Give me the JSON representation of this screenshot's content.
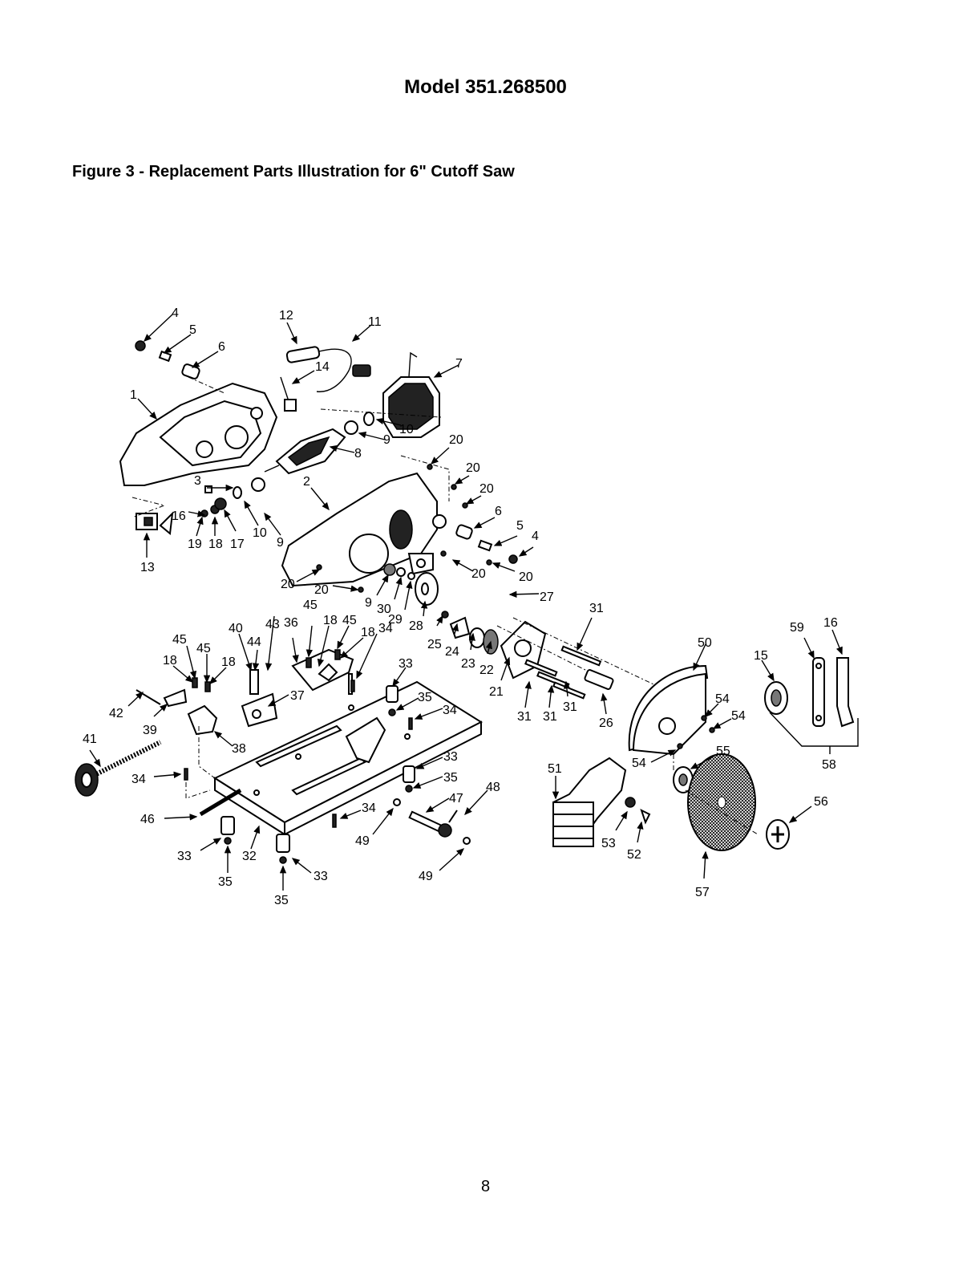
{
  "header": {
    "model_title": "Model 351.268500",
    "figure_caption": "Figure 3 - Replacement Parts Illustration for 6\" Cutoff Saw"
  },
  "diagram": {
    "callouts": [
      {
        "id": "c4a",
        "label": "4"
      },
      {
        "id": "c5a",
        "label": "5"
      },
      {
        "id": "c6a",
        "label": "6"
      },
      {
        "id": "c12",
        "label": "12"
      },
      {
        "id": "c11",
        "label": "11"
      },
      {
        "id": "c14",
        "label": "14"
      },
      {
        "id": "c7",
        "label": "7"
      },
      {
        "id": "c1",
        "label": "1"
      },
      {
        "id": "c10a",
        "label": "10"
      },
      {
        "id": "c9a",
        "label": "9"
      },
      {
        "id": "c8",
        "label": "8"
      },
      {
        "id": "c20a",
        "label": "20"
      },
      {
        "id": "c20b",
        "label": "20"
      },
      {
        "id": "c20c",
        "label": "20"
      },
      {
        "id": "c6b",
        "label": "6"
      },
      {
        "id": "c5b",
        "label": "5"
      },
      {
        "id": "c4b",
        "label": "4"
      },
      {
        "id": "c3",
        "label": "3"
      },
      {
        "id": "c2",
        "label": "2"
      },
      {
        "id": "c16a",
        "label": "16"
      },
      {
        "id": "c9b",
        "label": "9"
      },
      {
        "id": "c10b",
        "label": "10"
      },
      {
        "id": "c19",
        "label": "19"
      },
      {
        "id": "c18a",
        "label": "18"
      },
      {
        "id": "c17",
        "label": "17"
      },
      {
        "id": "c13",
        "label": "13"
      },
      {
        "id": "c20d",
        "label": "20"
      },
      {
        "id": "c20e",
        "label": "20"
      },
      {
        "id": "c20f",
        "label": "20"
      },
      {
        "id": "c20g",
        "label": "20"
      },
      {
        "id": "c27",
        "label": "27"
      },
      {
        "id": "c9c",
        "label": "9"
      },
      {
        "id": "c30",
        "label": "30"
      },
      {
        "id": "c29",
        "label": "29"
      },
      {
        "id": "c28",
        "label": "28"
      },
      {
        "id": "c25",
        "label": "25"
      },
      {
        "id": "c24",
        "label": "24"
      },
      {
        "id": "c23",
        "label": "23"
      },
      {
        "id": "c22",
        "label": "22"
      },
      {
        "id": "c21",
        "label": "21"
      },
      {
        "id": "c31a",
        "label": "31"
      },
      {
        "id": "c31b",
        "label": "31"
      },
      {
        "id": "c31c",
        "label": "31"
      },
      {
        "id": "c31d",
        "label": "31"
      },
      {
        "id": "c26",
        "label": "26"
      },
      {
        "id": "c45a",
        "label": "45"
      },
      {
        "id": "c40",
        "label": "40"
      },
      {
        "id": "c43",
        "label": "43"
      },
      {
        "id": "c36",
        "label": "36"
      },
      {
        "id": "c18b",
        "label": "18"
      },
      {
        "id": "c45b",
        "label": "45"
      },
      {
        "id": "c45c",
        "label": "45"
      },
      {
        "id": "c45d",
        "label": "45"
      },
      {
        "id": "c44",
        "label": "44"
      },
      {
        "id": "c18c",
        "label": "18"
      },
      {
        "id": "c18d",
        "label": "18"
      },
      {
        "id": "c18e",
        "label": "18"
      },
      {
        "id": "c34a",
        "label": "34"
      },
      {
        "id": "c33a",
        "label": "33"
      },
      {
        "id": "c35a",
        "label": "35"
      },
      {
        "id": "c34b",
        "label": "34"
      },
      {
        "id": "c42",
        "label": "42"
      },
      {
        "id": "c39",
        "label": "39"
      },
      {
        "id": "c37",
        "label": "37"
      },
      {
        "id": "c38",
        "label": "38"
      },
      {
        "id": "c41",
        "label": "41"
      },
      {
        "id": "c34c",
        "label": "34"
      },
      {
        "id": "c33b",
        "label": "33"
      },
      {
        "id": "c35b",
        "label": "35"
      },
      {
        "id": "c48",
        "label": "48"
      },
      {
        "id": "c47",
        "label": "47"
      },
      {
        "id": "c34d",
        "label": "34"
      },
      {
        "id": "c46",
        "label": "46"
      },
      {
        "id": "c49a",
        "label": "49"
      },
      {
        "id": "c33c",
        "label": "33"
      },
      {
        "id": "c32",
        "label": "32"
      },
      {
        "id": "c33d",
        "label": "33"
      },
      {
        "id": "c35c",
        "label": "35"
      },
      {
        "id": "c35d",
        "label": "35"
      },
      {
        "id": "c49b",
        "label": "49"
      },
      {
        "id": "c50",
        "label": "50"
      },
      {
        "id": "c59",
        "label": "59"
      },
      {
        "id": "c16b",
        "label": "16"
      },
      {
        "id": "c15",
        "label": "15"
      },
      {
        "id": "c54a",
        "label": "54"
      },
      {
        "id": "c54b",
        "label": "54"
      },
      {
        "id": "c54c",
        "label": "54"
      },
      {
        "id": "c55",
        "label": "55"
      },
      {
        "id": "c58",
        "label": "58"
      },
      {
        "id": "c51",
        "label": "51"
      },
      {
        "id": "c53",
        "label": "53"
      },
      {
        "id": "c52",
        "label": "52"
      },
      {
        "id": "c56",
        "label": "56"
      },
      {
        "id": "c57",
        "label": "57"
      }
    ]
  },
  "footer": {
    "page_number": "8"
  }
}
